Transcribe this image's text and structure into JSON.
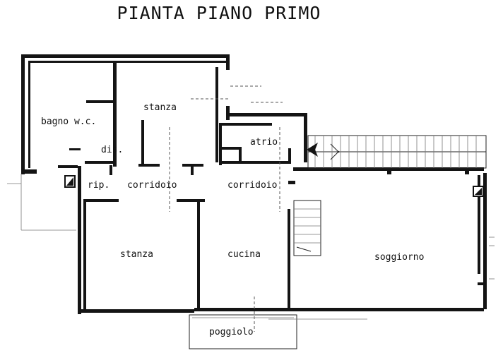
{
  "title": "PIANTA PIANO PRIMO",
  "rooms": {
    "bagno": "bagno w.c.",
    "stanza_top": "stanza",
    "dis": "dis.",
    "atrio": "atrio",
    "rip": "rip.",
    "corridoio_left": "corridoio",
    "corridoio_right": "corridoio",
    "stanza_bottom": "stanza",
    "cucina": "cucina",
    "soggiorno": "soggiorno",
    "poggiolo": "poggiolo"
  }
}
